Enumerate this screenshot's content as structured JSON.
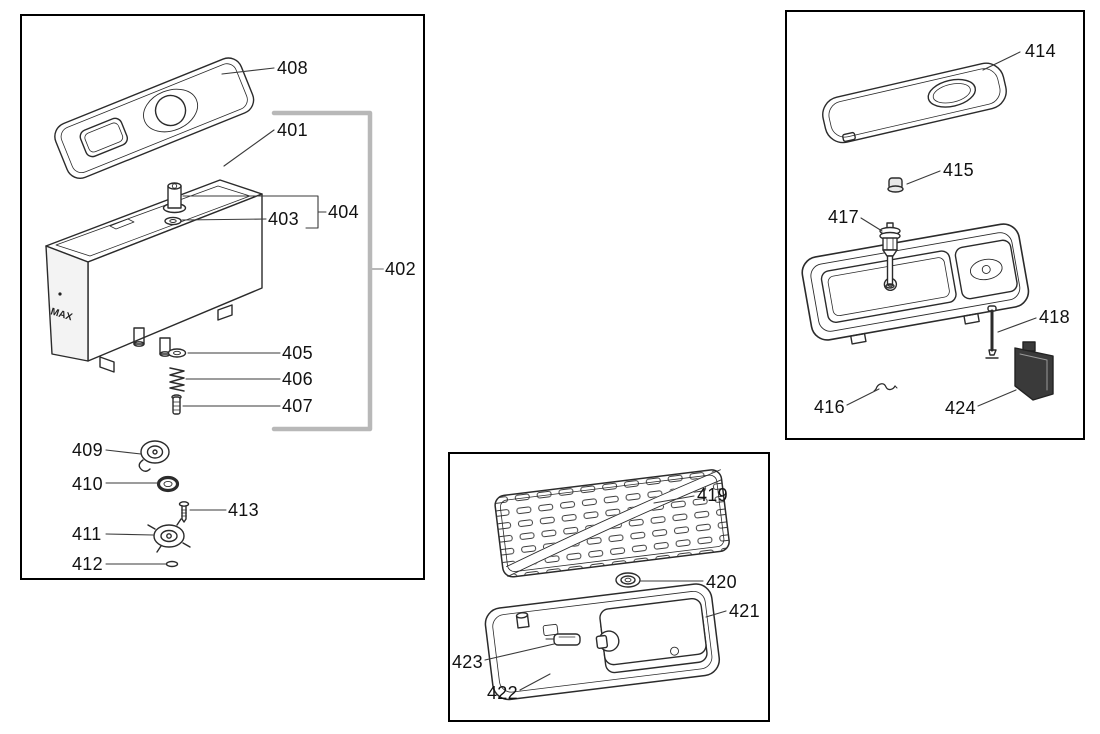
{
  "diagram": {
    "background": "#ffffff",
    "line_color": "#2b2b2b",
    "bracket_color": "#b8b8b8",
    "panel_border_color": "#000000",
    "panel_tank": {
      "max_label": "MAX",
      "callouts": {
        "c401": "401",
        "c402": "402",
        "c403": "403",
        "c404": "404",
        "c405": "405",
        "c406": "406",
        "c407": "407",
        "c408": "408",
        "c409": "409",
        "c410": "410",
        "c411": "411",
        "c412": "412",
        "c413": "413"
      }
    },
    "panel_drip_base": {
      "callouts": {
        "c414": "414",
        "c415": "415",
        "c416": "416",
        "c417": "417",
        "c418": "418",
        "c424": "424"
      }
    },
    "panel_drip_tray": {
      "callouts": {
        "c419": "419",
        "c420": "420",
        "c421": "421",
        "c422": "422",
        "c423": "423"
      }
    }
  }
}
